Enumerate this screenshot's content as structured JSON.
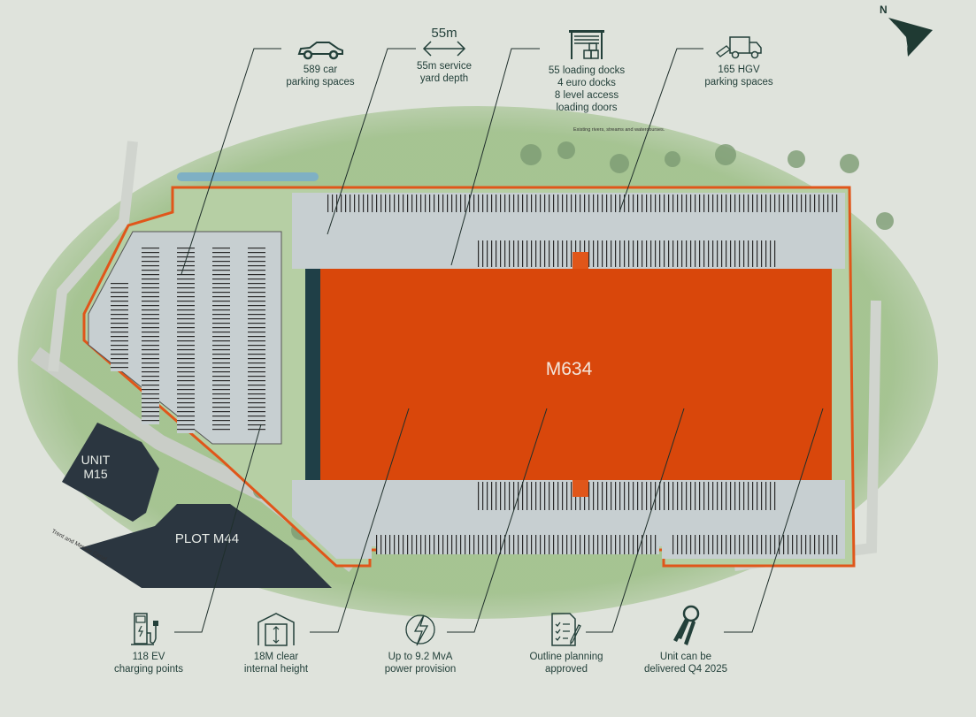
{
  "site": {
    "building_label": "M634",
    "unit_label": "UNIT\nM15",
    "plot_label": "PLOT M44",
    "canal_label": "Trent and Mersey Canal",
    "note": "Existing rivers, streams and watercourses.",
    "north_label": "N"
  },
  "colors": {
    "background": "#dfe3dc",
    "building": "#d9470b",
    "boundary": "#e0561a",
    "landscape": "#9fc08a",
    "yard": "#c7cfd1",
    "plot_dark": "#2b3640",
    "text": "#23403a"
  },
  "features_top": [
    {
      "icon": "car-icon",
      "label": "589 car\nparking spaces"
    },
    {
      "icon": "dimension-arrow-icon",
      "dimension": "55m",
      "label": "55m service\nyard depth"
    },
    {
      "icon": "loading-dock-icon",
      "label": "55 loading docks\n4 euro docks\n8 level access\nloading doors"
    },
    {
      "icon": "hgv-truck-icon",
      "label": "165 HGV\nparking spaces"
    }
  ],
  "features_bottom": [
    {
      "icon": "ev-charger-icon",
      "label": "118 EV\ncharging points"
    },
    {
      "icon": "building-height-icon",
      "label": "18M clear\ninternal height"
    },
    {
      "icon": "lightning-icon",
      "label": "Up to 9.2 MvA\npower provision"
    },
    {
      "icon": "planning-checklist-icon",
      "label": "Outline planning\napproved"
    },
    {
      "icon": "keys-icon",
      "label": "Unit can be\ndelivered Q4 2025"
    }
  ]
}
